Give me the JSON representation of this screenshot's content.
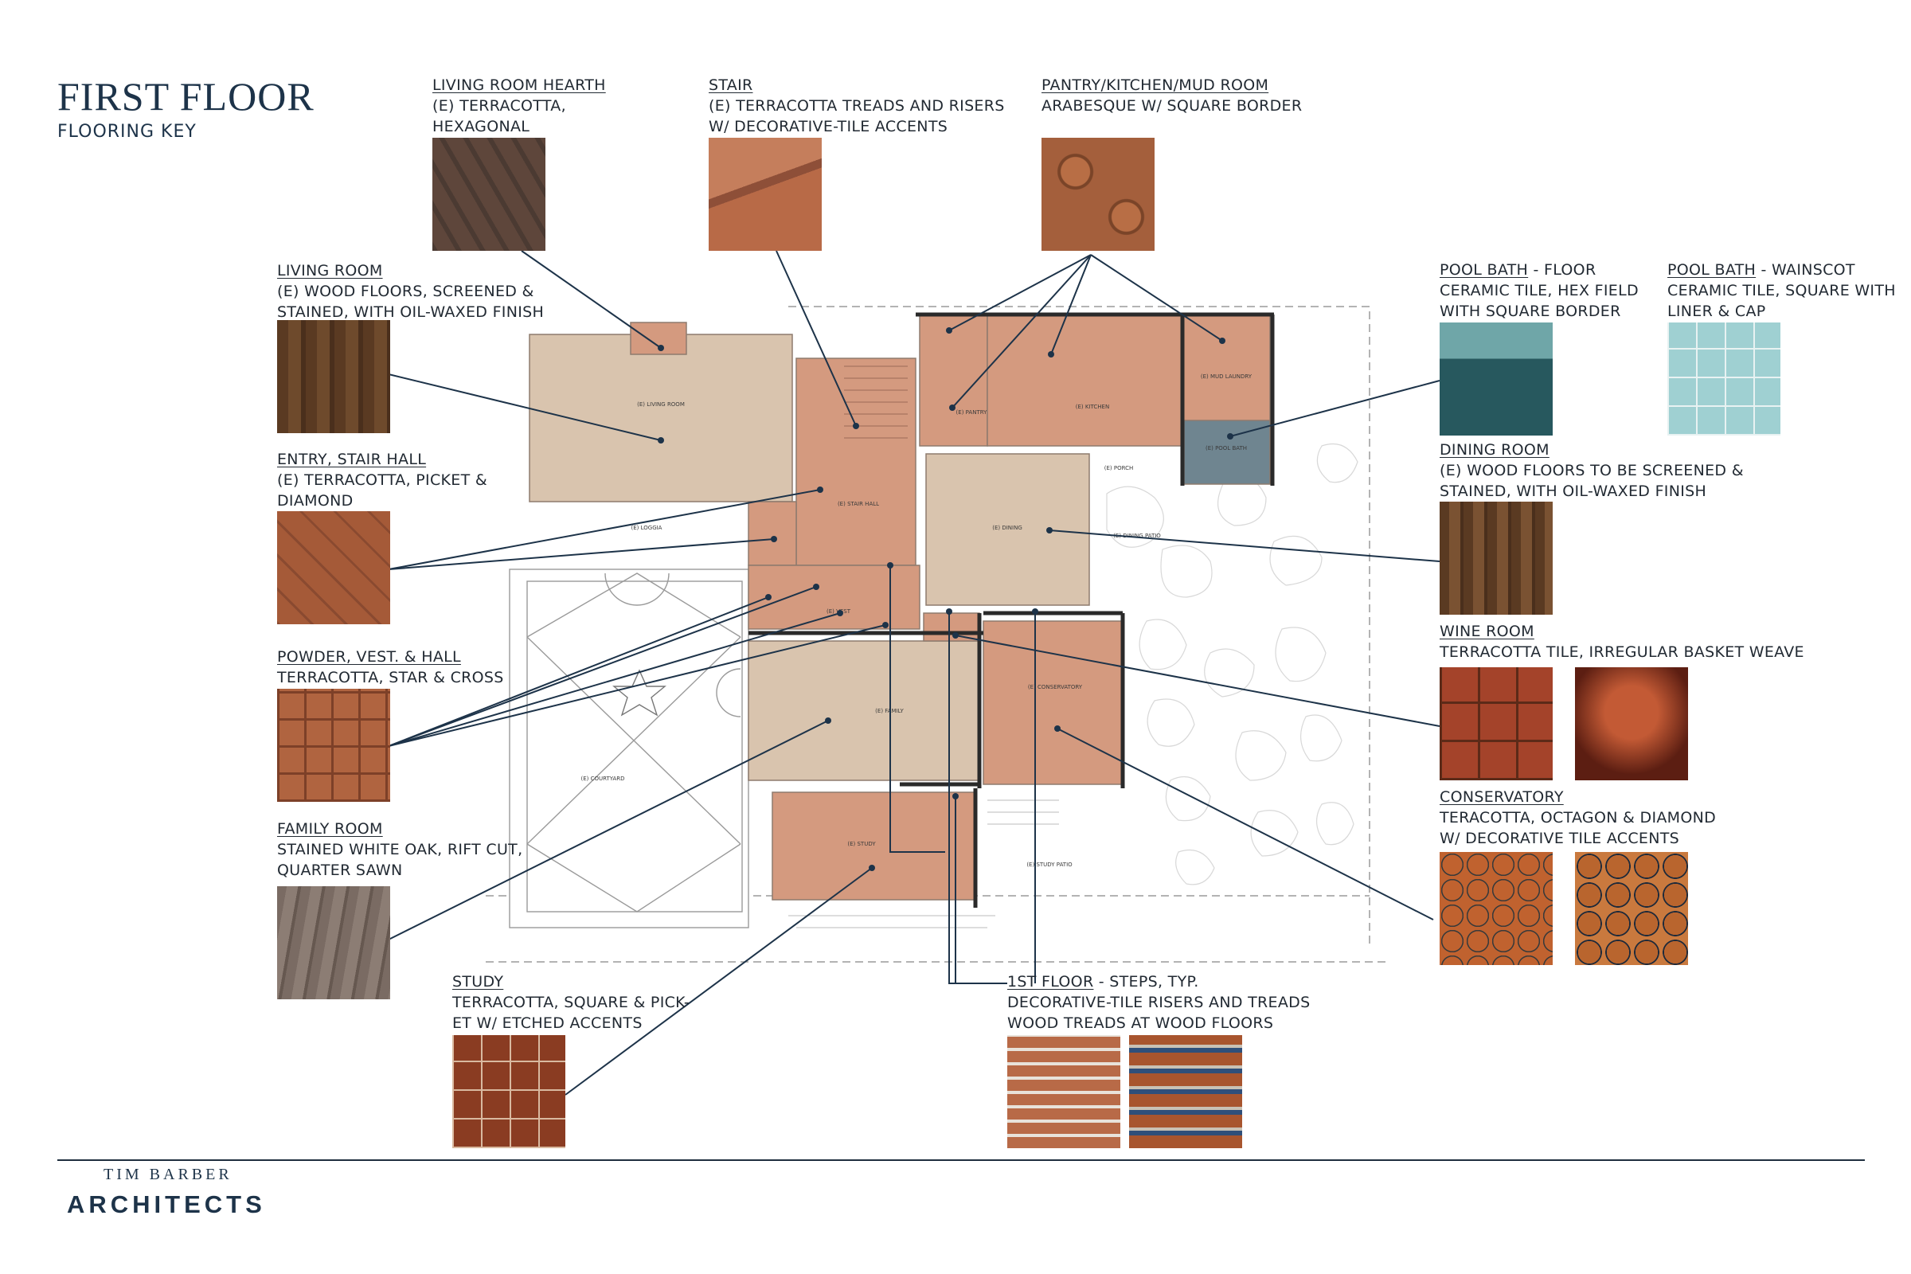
{
  "header": {
    "title": "FIRST FLOOR",
    "subtitle": "FLOORING KEY"
  },
  "keys": {
    "living_hearth": {
      "heading": "LIVING ROOM HEARTH",
      "lines": [
        "(E) TERRACOTTA,",
        "HEXAGONAL"
      ]
    },
    "stair": {
      "heading": "STAIR",
      "lines": [
        "(E) TERRACOTTA TREADS AND RISERS",
        "W/ DECORATIVE-TILE ACCENTS"
      ]
    },
    "pantry": {
      "heading": "PANTRY/KITCHEN/MUD ROOM",
      "lines": [
        "ARABESQUE W/ SQUARE BORDER"
      ]
    },
    "living_room": {
      "heading": "LIVING ROOM",
      "lines": [
        "(E) WOOD FLOORS, SCREENED &",
        "STAINED, WITH OIL-WAXED FINISH"
      ]
    },
    "entry": {
      "heading": "ENTRY, STAIR HALL",
      "lines": [
        "(E) TERRACOTTA, PICKET &",
        "DIAMOND"
      ]
    },
    "powder": {
      "heading": "POWDER, VEST. & HALL",
      "lines": [
        "TERRACOTTA, STAR & CROSS"
      ]
    },
    "family": {
      "heading": "FAMILY ROOM",
      "lines": [
        "STAINED WHITE OAK, RIFT CUT,",
        "QUARTER SAWN"
      ]
    },
    "study": {
      "heading": "STUDY",
      "lines": [
        "TERRACOTTA, SQUARE & PICK-",
        "ET W/ ETCHED ACCENTS"
      ]
    },
    "steps": {
      "heading": "1ST FLOOR",
      "suffix": " - STEPS, TYP.",
      "lines": [
        "DECORATIVE-TILE RISERS AND TREADS",
        "WOOD TREADS AT WOOD FLOORS"
      ]
    },
    "pool_floor": {
      "heading": "POOL BATH",
      "suffix": " - FLOOR",
      "lines": [
        "CERAMIC TILE, HEX FIELD",
        "WITH SQUARE BORDER"
      ]
    },
    "pool_wainscot": {
      "heading": "POOL BATH",
      "suffix": " - WAINSCOT",
      "lines": [
        "CERAMIC TILE, SQUARE WITH",
        "LINER & CAP"
      ]
    },
    "dining": {
      "heading": "DINING ROOM",
      "lines": [
        "(E) WOOD FLOORS TO BE SCREENED &",
        "STAINED, WITH OIL-WAXED FINISH"
      ]
    },
    "wine": {
      "heading": "WINE ROOM",
      "lines": [
        "TERRACOTTA TILE, IRREGULAR BASKET WEAVE"
      ]
    },
    "conservatory": {
      "heading": "CONSERVATORY",
      "lines": [
        "TERACOTTA, OCTAGON & DIAMOND",
        "W/ DECORATIVE TILE ACCENTS"
      ]
    }
  },
  "plan_labels": {
    "living_room": "(E) LIVING ROOM",
    "stair_hall": "(E) STAIR HALL",
    "kitchen": "(E) KITCHEN",
    "pantry": "(E) PANTRY",
    "dining": "(E) DINING",
    "loggia": "(E) LOGGIA",
    "courtyard": "(E) COURTYARD",
    "family": "(E) FAMILY",
    "conservatory": "(E) CONSERVATORY",
    "study": "(E) STUDY",
    "pool_bath": "(E) POOL BATH",
    "porch": "(E) PORCH",
    "dining_patio": "(E) DINING PATIO",
    "study_patio": "(E) STUDY PATIO",
    "vest": "(E) VEST",
    "mud_laundry": "(E) MUD LAUNDRY"
  },
  "colors": {
    "wood": "#d9c4ae",
    "terracotta": "#d49a7f",
    "navy": "#1d3349",
    "pool": "#6f8590"
  },
  "footer": {
    "brand_top": "TIM BARBER",
    "brand_bottom": "ARCHITECTS"
  }
}
